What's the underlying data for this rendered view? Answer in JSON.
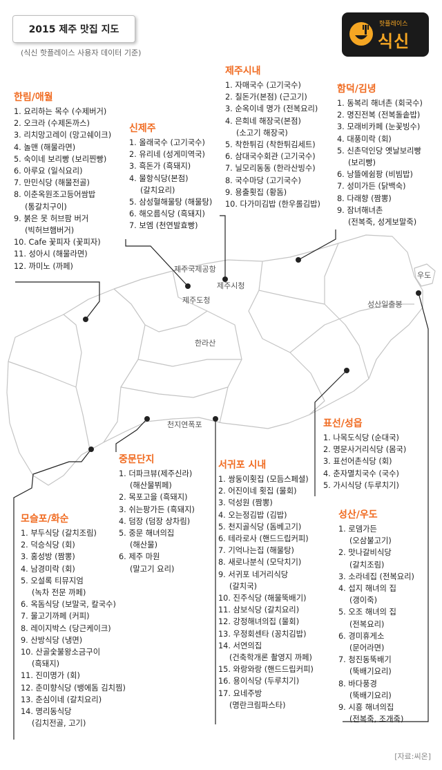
{
  "title": "2015 제주 맛집 지도",
  "subtitle": "(식신 핫플레이스 사용자 데이터 기준)",
  "logo": {
    "small": "핫플레이스",
    "big": "식신",
    "icon": "spoon-fork-icon"
  },
  "colors": {
    "accent": "#f06b21",
    "logo_bg": "#1a1a1a",
    "logo_text": "#f5a623",
    "map_line": "#bdbdbd",
    "pointer": "#222222"
  },
  "map_labels": {
    "airport": "제주국제공항",
    "jeju_city": "제주시청",
    "provincial_office": "제주도청",
    "halla": "한라산",
    "cheonjiyeon": "천지연폭포",
    "seongsan": "성산일출봉",
    "udo": "우도"
  },
  "regions": {
    "hallim": {
      "title": "한림/애월",
      "items": [
        {
          "main": "1. 요리하는 목수 (수제버거)"
        },
        {
          "main": "2. 오크라 (수제돈까스)"
        },
        {
          "main": "3. 리치망고레이 (망고쉐이크)"
        },
        {
          "main": "4. 놀맨 (해물라면)"
        },
        {
          "main": "5. 숙이네 보리빵 (보리찐빵)"
        },
        {
          "main": "6. 아루요 (일식요리)"
        },
        {
          "main": "7. 만민식당 (해물전골)"
        },
        {
          "main": "8. 이춘옥원조고등어쌈밥",
          "sub": "(통갈치구이)"
        },
        {
          "main": "9. 붉은 못 허브팜 버거",
          "sub": "(빅허브햄버거)"
        },
        {
          "main": "10. Cafe 꽃피자 (꽃피자)"
        },
        {
          "main": "11. 성아시 (해물라면)"
        },
        {
          "main": "12. 까미노 (까페)"
        }
      ]
    },
    "shinjeju": {
      "title": "신제주",
      "items": [
        {
          "main": "1. 올래국수 (고기국수)"
        },
        {
          "main": "2. 유리네 (성게미역국)"
        },
        {
          "main": "3. 흑돈가 (흑돼지)"
        },
        {
          "main": "4. 물항식당(본점)",
          "sub": "(갈치요리)"
        },
        {
          "main": "5. 삼성혈해물탕 (해물탕)"
        },
        {
          "main": "6. 해오름식당 (흑돼지)"
        },
        {
          "main": "7. 보엠 (천연발효빵)"
        }
      ]
    },
    "jejusi": {
      "title": "제주시내",
      "items": [
        {
          "main": "1. 자매국수 (고기국수)"
        },
        {
          "main": "2. 칠돈가(본점) (근고기)"
        },
        {
          "main": "3. 순옥이네 명가 (전복요리)"
        },
        {
          "main": "4. 은희네 해장국(본점)",
          "sub": "(소고기 해장국)"
        },
        {
          "main": "5. 착한튀김 (착한튀김세트)"
        },
        {
          "main": "6. 삼대국수회관 (고기국수)"
        },
        {
          "main": "7. 닐모리동동 (한라산빙수)"
        },
        {
          "main": "8. 국수마당 (고기국수)"
        },
        {
          "main": "9. 용출횟집 (황돔)"
        },
        {
          "main": "10. 다가미김밥 (한우롤김밥)"
        }
      ]
    },
    "hamdeok": {
      "title": "함덕/김녕",
      "items": [
        {
          "main": "1. 동복리 해녀촌 (회국수)"
        },
        {
          "main": "2. 명진전복 (전복돌솥밥)"
        },
        {
          "main": "3. 모래비카페 (눈꽃빙수)"
        },
        {
          "main": "4. 대풍미락 (회)"
        },
        {
          "main": "5. 신촌덕인당 옛날보리빵",
          "sub": "(보리빵)"
        },
        {
          "main": "6. 낭뜰에쉼팡 (비빔밥)"
        },
        {
          "main": "7. 성미가든 (닭백숙)"
        },
        {
          "main": "8. 다래향 (짬뽕)"
        },
        {
          "main": "9. 잠녀해녀촌",
          "sub": "(전복죽, 성게보말죽)"
        }
      ]
    },
    "pyoseon": {
      "title": "표선/성읍",
      "items": [
        {
          "main": "1. 나목도식당 (순대국)"
        },
        {
          "main": "2. 명문사거리식당 (몸국)"
        },
        {
          "main": "3. 표선어촌식당 (회)"
        },
        {
          "main": "4. 춘자멸치국수 (국수)"
        },
        {
          "main": "5. 가시식당 (두루치기)"
        }
      ]
    },
    "jungmun": {
      "title": "중문단지",
      "items": [
        {
          "main": "1. 더파크뷰(제주신라)",
          "sub": "(해산물뷔페)"
        },
        {
          "main": "2. 목포고을 (흑돼지)"
        },
        {
          "main": "3. 쉬는팡가든 (흑돼지)"
        },
        {
          "main": "4. 덤장 (덤장 상차림)"
        },
        {
          "main": "5. 중문 해녀의집",
          "sub": "(해산물)"
        },
        {
          "main": "6. 제주 마원",
          "sub": "(말고기 요리)"
        }
      ]
    },
    "seogwipo": {
      "title": "서귀포 시내",
      "items": [
        {
          "main": "1. 쌍둥이횟집 (모듬스페셜)"
        },
        {
          "main": "2. 어진이네 횟집 (물회)"
        },
        {
          "main": "3. 덕성원 (짬뽕)"
        },
        {
          "main": "4. 오는정김밥 (김밥)"
        },
        {
          "main": "5. 천지골식당 (돔베고기)"
        },
        {
          "main": "6. 테라로사 (핸드드립커피)"
        },
        {
          "main": "7. 기억나는집 (해물탕)"
        },
        {
          "main": "8. 새로나분식 (모닥치기)"
        },
        {
          "main": "9. 서귀포 네거리식당",
          "sub": "(갈치국)"
        },
        {
          "main": "10. 진주식당 (해물뚝배기)"
        },
        {
          "main": "11. 삼보식당 (갈치요리)"
        },
        {
          "main": "12. 강정해녀의집 (물회)"
        },
        {
          "main": "13. 우정회센타 (꽁치김밥)"
        },
        {
          "main": "14. 서연의집",
          "sub": "(건축학개론 촬영지 까페)"
        },
        {
          "main": "15. 와랑와랑 (핸드드립커피)"
        },
        {
          "main": "16. 용이식당 (두루치기)"
        },
        {
          "main": "17. 요네주방",
          "sub": "(명란크림파스타)"
        }
      ]
    },
    "moseulpo": {
      "title": "모슬포/화순",
      "items": [
        {
          "main": "1. 부두식당 (갈치조림)"
        },
        {
          "main": "2. 덕승식당 (회)"
        },
        {
          "main": "3. 홍성방 (짬뽕)"
        },
        {
          "main": "4. 남경미락 (회)"
        },
        {
          "main": "5. 오설록 티뮤지엄",
          "sub": "(녹차 전문 까페)"
        },
        {
          "main": "6. 옥돔식당 (보말국, 칼국수)"
        },
        {
          "main": "7. 물고기까페 (커피)"
        },
        {
          "main": "8. 레이지박스 (당근케이크)"
        },
        {
          "main": "9. 산방식당 (냉면)"
        },
        {
          "main": "10. 산골숯불왕소금구이",
          "sub": "(흑돼지)"
        },
        {
          "main": "11. 진미명가 (회)"
        },
        {
          "main": "12. 춘미향식당 (뱅에돔 김치찜)"
        },
        {
          "main": "13. 춘심이네 (갈치요리)"
        },
        {
          "main": "14. 명리동식당",
          "sub": "(김치전골, 고기)"
        }
      ]
    },
    "seongsan": {
      "title": "성산/우도",
      "items": [
        {
          "main": "1. 로뎀가든",
          "sub": "(오삼불고기)"
        },
        {
          "main": "2. 맛나갈비식당",
          "sub": "(갈치조림)"
        },
        {
          "main": "3. 소라네집 (전복요리)"
        },
        {
          "main": "4. 섭지 해녀의 집",
          "sub": "(갱이죽)"
        },
        {
          "main": "5. 오조 해녀의 집",
          "sub": "(전복요리)"
        },
        {
          "main": "6. 경미휴게소",
          "sub": "(문어라면)"
        },
        {
          "main": "7. 청진동뚝배기",
          "sub": "(뚝배기요리)"
        },
        {
          "main": "8. 바다풍경",
          "sub": "(뚝배기요리)"
        },
        {
          "main": "9. 시흥 해녀의집",
          "sub": "(전복죽, 조개죽)"
        }
      ]
    }
  },
  "source": "[자료:씨온]"
}
